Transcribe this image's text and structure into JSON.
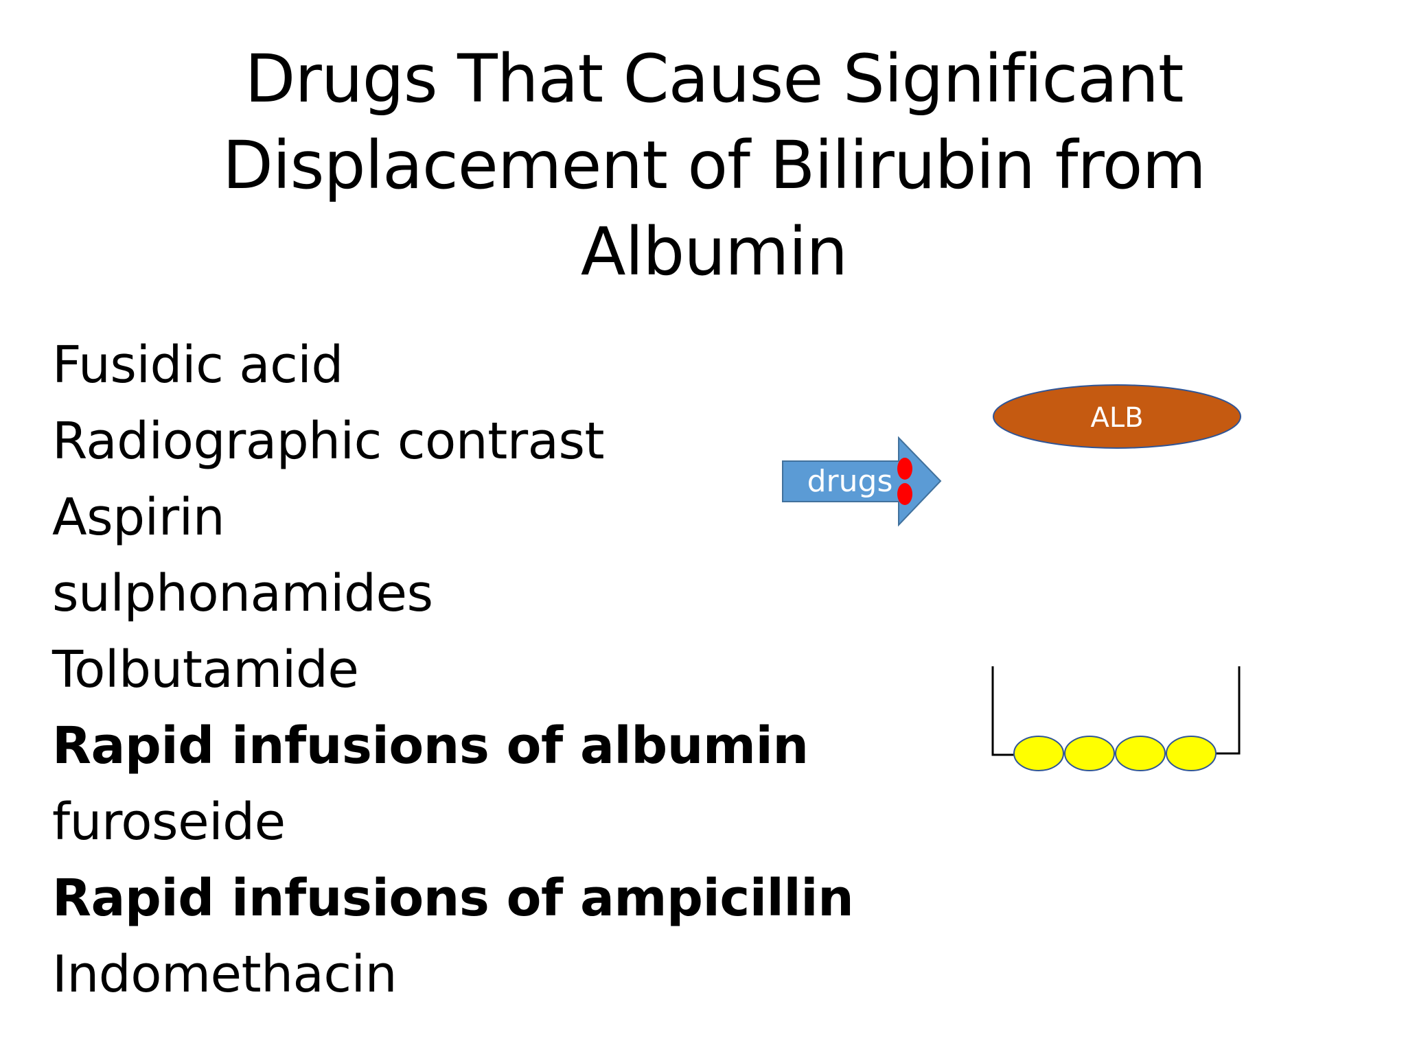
{
  "slide": {
    "title_lines": [
      "Drugs That Cause Significant",
      "Displacement of Bilirubin from",
      "Albumin"
    ],
    "drugs": [
      {
        "label": "Fusidic acid",
        "bold": false
      },
      {
        "label": "Radiographic contrast",
        "bold": false
      },
      {
        "label": "Aspirin",
        "bold": false
      },
      {
        "label": "sulphonamides",
        "bold": false
      },
      {
        "label": "Tolbutamide",
        "bold": false
      },
      {
        "label": "Rapid infusions of albumin",
        "bold": true
      },
      {
        "label": "furoseide",
        "bold": false
      },
      {
        "label": "Rapid infusions of ampicillin",
        "bold": true
      },
      {
        "label": "Indomethacin",
        "bold": false
      }
    ]
  },
  "diagram": {
    "arrow_label": "drugs",
    "albumin_label": "ALB",
    "colors": {
      "arrow_fill": "#5b9bd5",
      "arrow_stroke": "#41719c",
      "albumin_fill": "#c55a11",
      "albumin_stroke": "#2f5597",
      "drug_dot": "#ff0000",
      "bilirubin_fill": "#ffff00",
      "bilirubin_stroke": "#2f5597"
    }
  }
}
